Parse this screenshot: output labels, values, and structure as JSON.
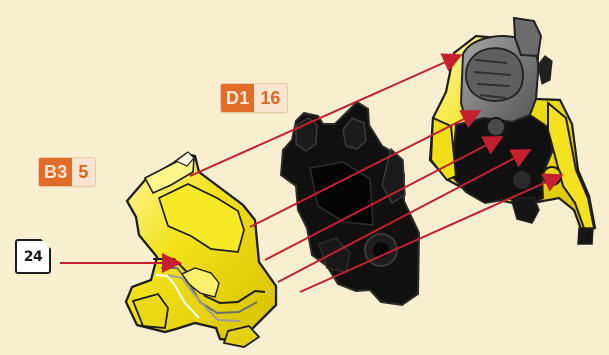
{
  "labels": {
    "part_d1": {
      "code": "D1",
      "count": "16"
    },
    "part_b3": {
      "code": "B3",
      "count": "5"
    },
    "page_reference": "24"
  },
  "colors": {
    "background": "#f7efcf",
    "arrow": "#c61f2f",
    "yellow_part": "#f5e31d",
    "black_part": "#111111",
    "gray_part": "#777777",
    "label_orange": "#e06c28"
  }
}
